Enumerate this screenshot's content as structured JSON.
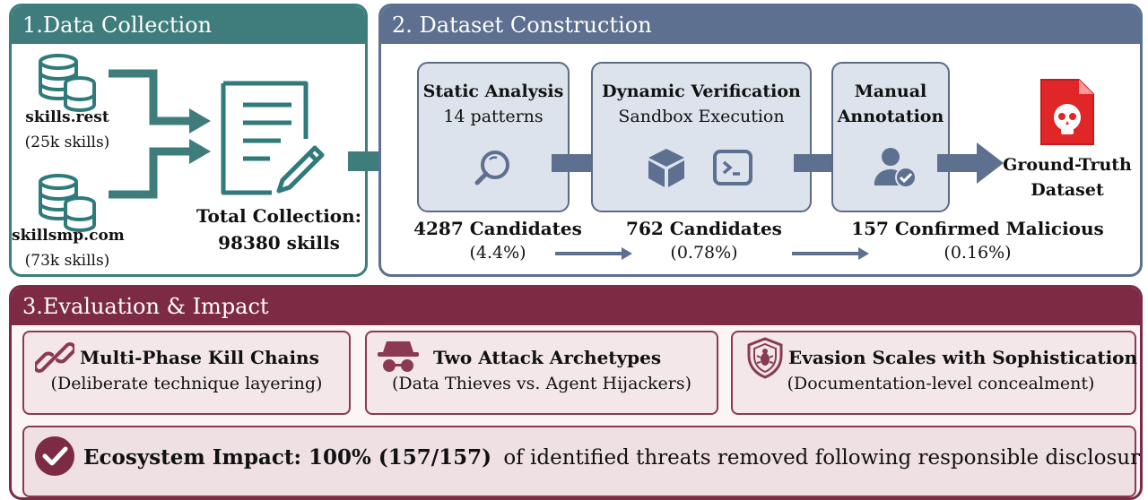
{
  "panel1": {
    "title": "1.Data Collection",
    "sources": [
      {
        "name": "skills.rest",
        "count": "(25k skills)"
      },
      {
        "name": "skillsmp.com",
        "count": "(73k skills)"
      }
    ],
    "total_line1": "Total Collection:",
    "total_line2": "98380 skills"
  },
  "panel2": {
    "title": "2. Dataset Construction",
    "stages": [
      {
        "title": "Static Analysis",
        "subtitle": "14 patterns",
        "result": "4287 Candidates",
        "pct": "(4.4%)"
      },
      {
        "title": "Dynamic Verification",
        "subtitle": "Sandbox Execution",
        "result": "762 Candidates",
        "pct": "(0.78%)"
      },
      {
        "title_line1": "Manual",
        "title_line2": "Annotation",
        "result": "157 Confirmed Malicious",
        "pct": "(0.16%)"
      }
    ],
    "output_line1": "Ground-Truth",
    "output_line2": "Dataset"
  },
  "panel3": {
    "title": "3.Evaluation & Impact",
    "findings": [
      {
        "title": "Multi-Phase Kill Chains",
        "desc": "(Deliberate technique layering)"
      },
      {
        "title": "Two Attack Archetypes",
        "desc": "(Data Thieves vs. Agent Hijackers)"
      },
      {
        "title": "Evasion Scales with Sophistication",
        "desc": "(Documentation-level concealment)"
      }
    ],
    "impact_bold": "Ecosystem Impact: 100% (157/157)",
    "impact_rest": "of identified threats removed following responsible disclosure."
  },
  "colors": {
    "panel1": "#3f7d7d",
    "panel2": "#5d7090",
    "panel3": "#7d2a45",
    "stage_fill": "#dde3ec",
    "card_fill": "#f4e7ea"
  },
  "icons": [
    "database-icon",
    "document-edit-icon",
    "search-icon",
    "cube-icon",
    "terminal-icon",
    "user-check-icon",
    "malicious-file-icon",
    "link-icon",
    "spy-icon",
    "shield-bug-icon",
    "check-circle-icon"
  ]
}
